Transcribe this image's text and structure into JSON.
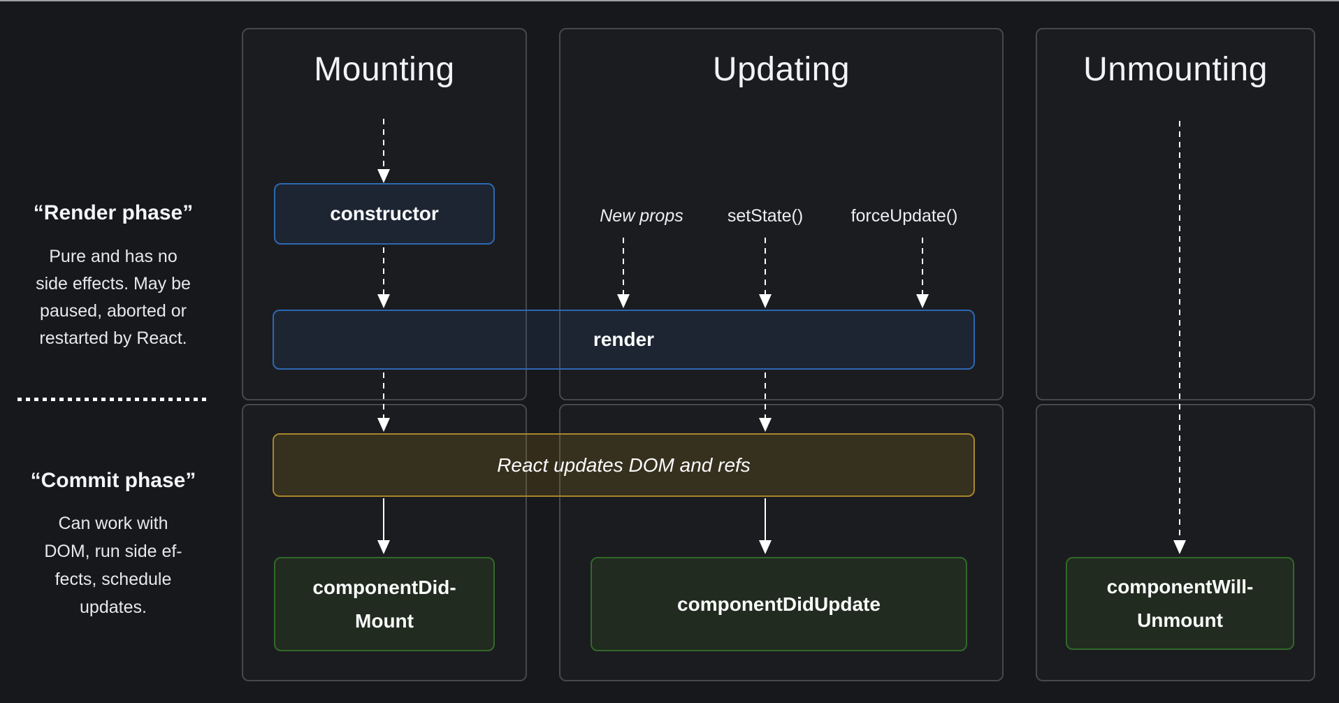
{
  "page": {
    "background": "#17181c"
  },
  "colors": {
    "page_bg": "#17181c",
    "panel_border": "#46484c",
    "accent_blue": "#2d68b2",
    "accent_yellow": "#a8862c",
    "accent_green": "#31692a",
    "arrow": "#ffffff"
  },
  "phases": {
    "render": {
      "label": "“Render phase”",
      "description": "Pure and has no\nside effects. May be\npaused, aborted or\nrestarted by React."
    },
    "commit": {
      "label": "“Commit phase”",
      "description": "Can work with\nDOM, run side ef-\nfects, schedule\nupdates."
    }
  },
  "columns": {
    "mounting": {
      "title": "Mounting"
    },
    "updating": {
      "title": "Updating",
      "triggers": [
        "New props",
        "setState()",
        "forceUpdate()"
      ]
    },
    "unmounting": {
      "title": "Unmounting"
    }
  },
  "lifecycle": {
    "constructor": "constructor",
    "render": "render",
    "react_updates_dom": "React updates DOM and refs",
    "component_did_mount": "componentDid-\nMount",
    "component_did_update": "componentDidUpdate",
    "component_will_unmount": "componentWill-\nUnmount"
  }
}
